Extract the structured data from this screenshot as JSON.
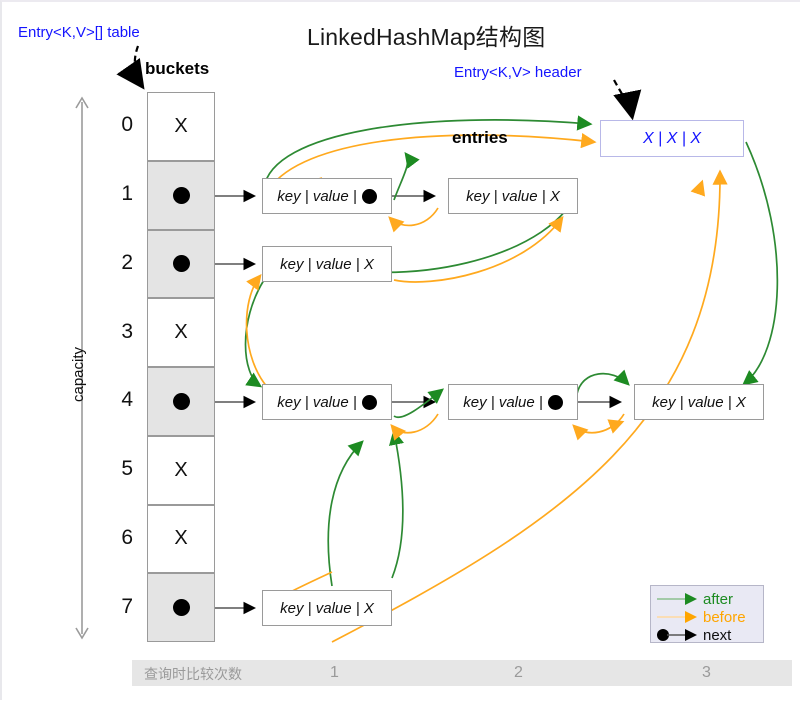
{
  "title": "LinkedHashMap结构图",
  "labels": {
    "table": "Entry<K,V>[] table",
    "buckets": "buckets",
    "header": "Entry<K,V> header",
    "entries": "entries",
    "capacity": "capacity"
  },
  "array": {
    "null_glyph": "X",
    "cells": [
      {
        "index": "0",
        "occupied": false,
        "value": "X"
      },
      {
        "index": "1",
        "occupied": true,
        "value": ""
      },
      {
        "index": "2",
        "occupied": true,
        "value": ""
      },
      {
        "index": "3",
        "occupied": false,
        "value": "X"
      },
      {
        "index": "4",
        "occupied": true,
        "value": ""
      },
      {
        "index": "5",
        "occupied": false,
        "value": "X"
      },
      {
        "index": "6",
        "occupied": false,
        "value": "X"
      },
      {
        "index": "7",
        "occupied": true,
        "value": ""
      }
    ]
  },
  "header_node": {
    "text": "X  |  X  |  X",
    "border_color": "#b8b8e8"
  },
  "entries": {
    "with_next": "key | value |",
    "null_next": "key | value |  X",
    "rows": [
      {
        "bucket": "1",
        "nodes": [
          "key | value |",
          "key | value |  X"
        ]
      },
      {
        "bucket": "2",
        "nodes": [
          "key | value |  X"
        ]
      },
      {
        "bucket": "4",
        "nodes": [
          "key | value |",
          "key | value |",
          "key | value |  X"
        ]
      },
      {
        "bucket": "7",
        "nodes": [
          "key | value |  X"
        ]
      }
    ]
  },
  "legend": {
    "items": [
      {
        "name": "after",
        "color": "#1d8b22"
      },
      {
        "name": "before",
        "color": "#ffa500"
      },
      {
        "name": "next",
        "color": "#000000"
      }
    ]
  },
  "footer": {
    "label": "查询时比较次数",
    "counts": [
      "1",
      "2",
      "3"
    ]
  },
  "colors": {
    "after": "#2d8a33",
    "before": "#ffa91e",
    "next": "#555555",
    "blue": "#1414ff",
    "cell_fill": "#e4e4e4",
    "footer_bg": "#e6e6e6"
  }
}
